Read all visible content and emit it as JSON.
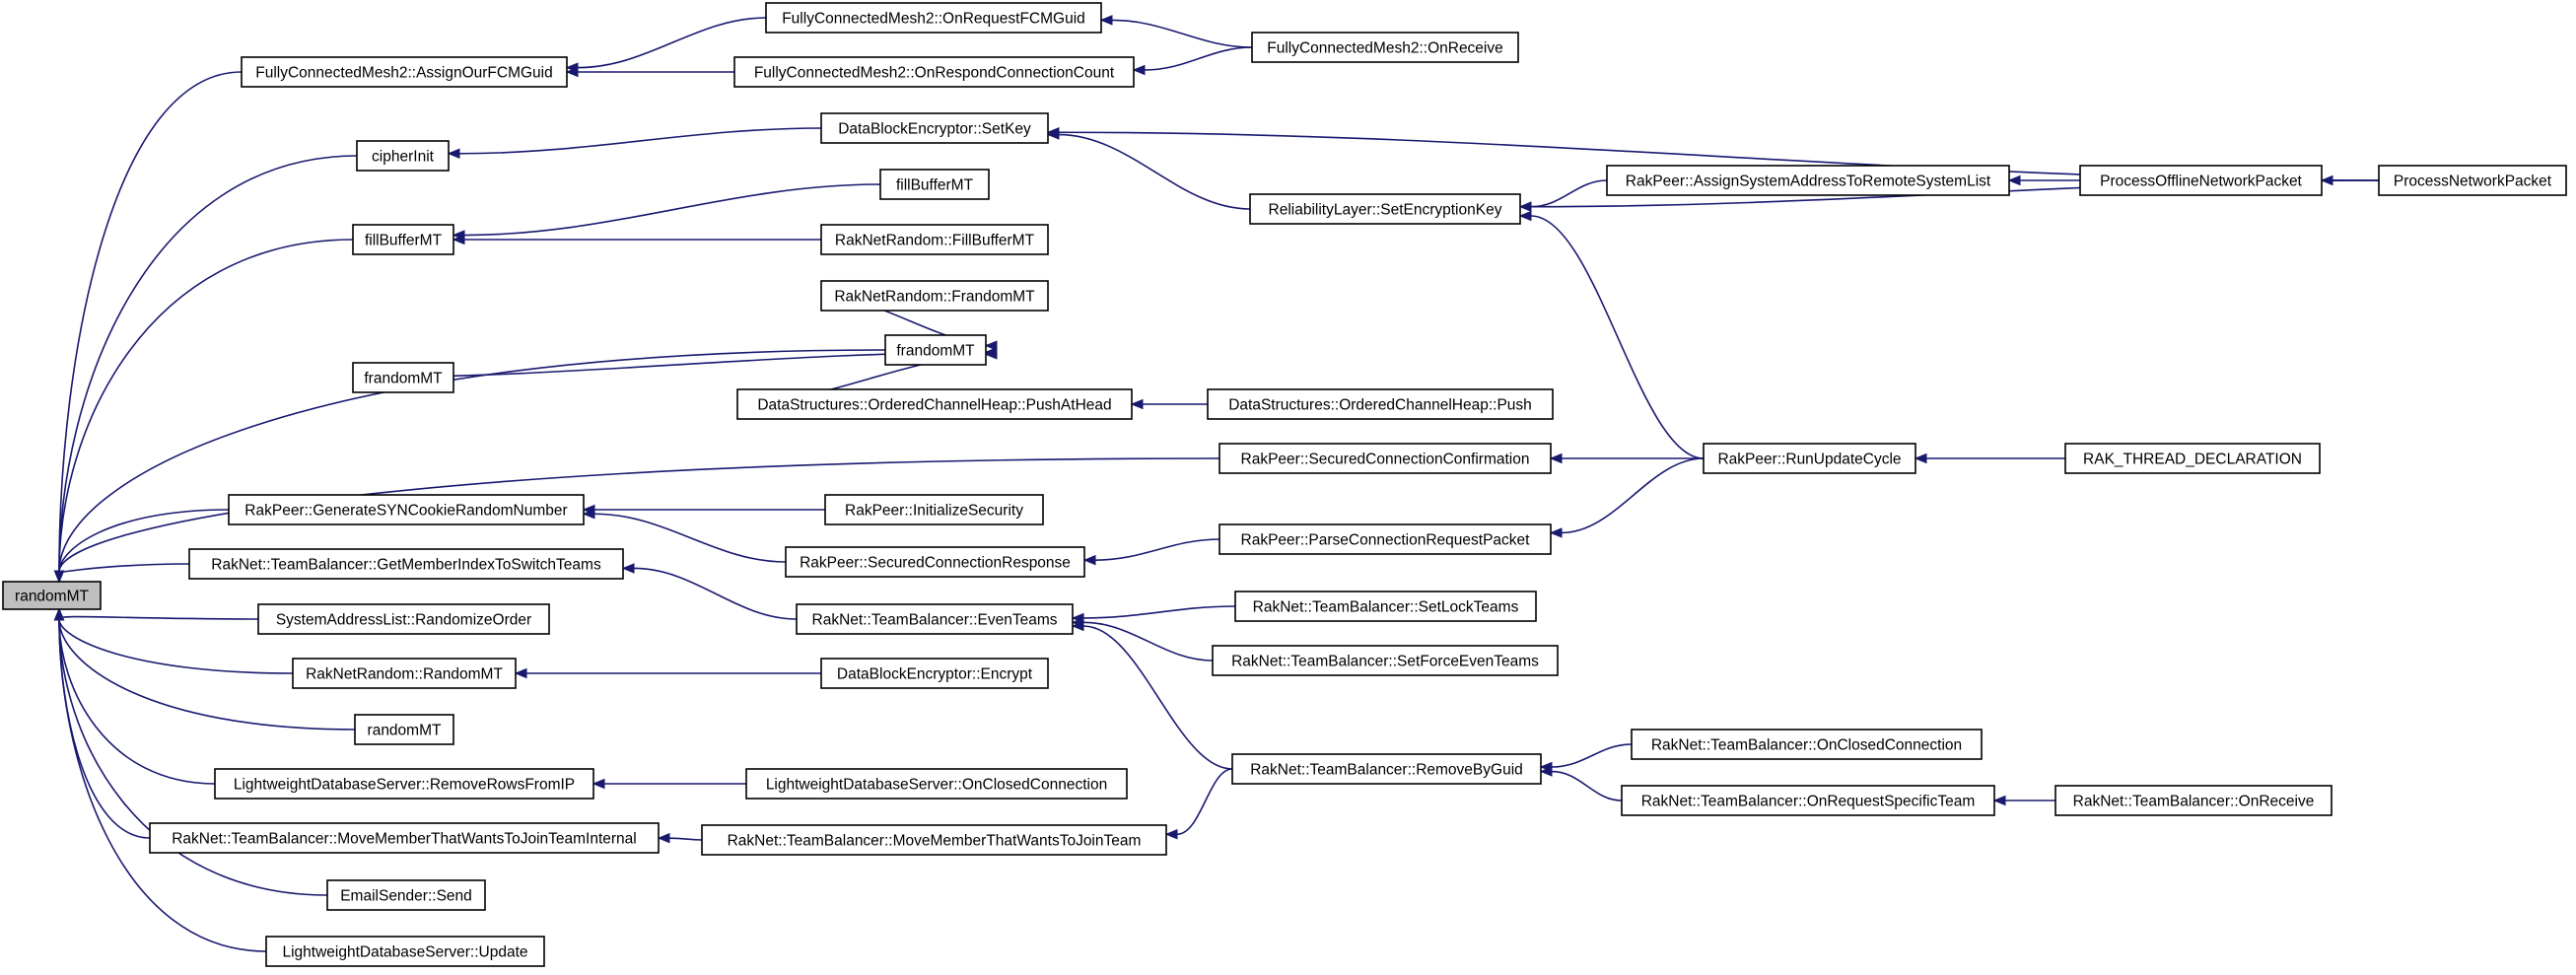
{
  "graph": {
    "nodes": [
      {
        "id": "randomMT",
        "label": "randomMT",
        "root": true
      },
      {
        "id": "assignFCM",
        "label": "FullyConnectedMesh2::AssignOurFCMGuid"
      },
      {
        "id": "onRequestFCM",
        "label": "FullyConnectedMesh2::OnRequestFCMGuid"
      },
      {
        "id": "onRespondConn",
        "label": "FullyConnectedMesh2::OnRespondConnectionCount"
      },
      {
        "id": "fcmOnReceive",
        "label": "FullyConnectedMesh2::OnReceive"
      },
      {
        "id": "cipherInit",
        "label": "cipherInit"
      },
      {
        "id": "dbeSetKey",
        "label": "DataBlockEncryptor::SetKey"
      },
      {
        "id": "fillBufferMT",
        "label": "fillBufferMT"
      },
      {
        "id": "fillBufferMT2",
        "label": "fillBufferMT"
      },
      {
        "id": "rnFillBuffer",
        "label": "RakNetRandom::FillBufferMT"
      },
      {
        "id": "rnFrandom",
        "label": "RakNetRandom::FrandomMT"
      },
      {
        "id": "frandomMT",
        "label": "frandomMT"
      },
      {
        "id": "frandomMT2",
        "label": "frandomMT"
      },
      {
        "id": "pushAtHead",
        "label": "DataStructures::OrderedChannelHeap::PushAtHead"
      },
      {
        "id": "push",
        "label": "DataStructures::OrderedChannelHeap::Push"
      },
      {
        "id": "relSetEnc",
        "label": "ReliabilityLayer::SetEncryptionKey"
      },
      {
        "id": "assignSysAddr",
        "label": "RakPeer::AssignSystemAddressToRemoteSystemList"
      },
      {
        "id": "processOffline",
        "label": "ProcessOfflineNetworkPacket"
      },
      {
        "id": "processNetwork",
        "label": "ProcessNetworkPacket"
      },
      {
        "id": "securedConf",
        "label": "RakPeer::SecuredConnectionConfirmation"
      },
      {
        "id": "runUpdate",
        "label": "RakPeer::RunUpdateCycle"
      },
      {
        "id": "rakThread",
        "label": "RAK_THREAD_DECLARATION"
      },
      {
        "id": "genSyn",
        "label": "RakPeer::GenerateSYNCookieRandomNumber"
      },
      {
        "id": "initSec",
        "label": "RakPeer::InitializeSecurity"
      },
      {
        "id": "securedResp",
        "label": "RakPeer::SecuredConnectionResponse"
      },
      {
        "id": "parseConnReq",
        "label": "RakPeer::ParseConnectionRequestPacket"
      },
      {
        "id": "getMemberIdx",
        "label": "RakNet::TeamBalancer::GetMemberIndexToSwitchTeams"
      },
      {
        "id": "evenTeams",
        "label": "RakNet::TeamBalancer::EvenTeams"
      },
      {
        "id": "setLockTeams",
        "label": "RakNet::TeamBalancer::SetLockTeams"
      },
      {
        "id": "setForceEven",
        "label": "RakNet::TeamBalancer::SetForceEvenTeams"
      },
      {
        "id": "sysAddrRand",
        "label": "SystemAddressList::RandomizeOrder"
      },
      {
        "id": "rnRandomMT",
        "label": "RakNetRandom::RandomMT"
      },
      {
        "id": "dbeEncrypt",
        "label": "DataBlockEncryptor::Encrypt"
      },
      {
        "id": "randomMT2",
        "label": "randomMT"
      },
      {
        "id": "ldsRemoveRows",
        "label": "LightweightDatabaseServer::RemoveRowsFromIP"
      },
      {
        "id": "ldsOnClosed",
        "label": "LightweightDatabaseServer::OnClosedConnection"
      },
      {
        "id": "removeByGuid",
        "label": "RakNet::TeamBalancer::RemoveByGuid"
      },
      {
        "id": "tbOnClosed",
        "label": "RakNet::TeamBalancer::OnClosedConnection"
      },
      {
        "id": "tbOnRequest",
        "label": "RakNet::TeamBalancer::OnRequestSpecificTeam"
      },
      {
        "id": "tbOnReceive",
        "label": "RakNet::TeamBalancer::OnReceive"
      },
      {
        "id": "moveInternal",
        "label": "RakNet::TeamBalancer::MoveMemberThatWantsToJoinTeamInternal"
      },
      {
        "id": "moveMember",
        "label": "RakNet::TeamBalancer::MoveMemberThatWantsToJoinTeam"
      },
      {
        "id": "emailSend",
        "label": "EmailSender::Send"
      },
      {
        "id": "ldsUpdate",
        "label": "LightweightDatabaseServer::Update"
      }
    ],
    "edges": [
      [
        "assignFCM",
        "randomMT"
      ],
      [
        "cipherInit",
        "randomMT"
      ],
      [
        "fillBufferMT",
        "randomMT"
      ],
      [
        "frandomMT",
        "randomMT"
      ],
      [
        "securedConf",
        "randomMT"
      ],
      [
        "genSyn",
        "randomMT"
      ],
      [
        "getMemberIdx",
        "randomMT"
      ],
      [
        "sysAddrRand",
        "randomMT"
      ],
      [
        "rnRandomMT",
        "randomMT"
      ],
      [
        "randomMT2",
        "randomMT"
      ],
      [
        "ldsRemoveRows",
        "randomMT"
      ],
      [
        "moveInternal",
        "randomMT"
      ],
      [
        "emailSend",
        "randomMT"
      ],
      [
        "ldsUpdate",
        "randomMT"
      ],
      [
        "onRequestFCM",
        "assignFCM"
      ],
      [
        "onRespondConn",
        "assignFCM"
      ],
      [
        "fcmOnReceive",
        "onRequestFCM"
      ],
      [
        "fcmOnReceive",
        "onRespondConn"
      ],
      [
        "dbeSetKey",
        "cipherInit"
      ],
      [
        "processNetwork",
        "dbeSetKey"
      ],
      [
        "relSetEnc",
        "dbeSetKey"
      ],
      [
        "fillBufferMT2",
        "fillBufferMT"
      ],
      [
        "rnFillBuffer",
        "fillBufferMT"
      ],
      [
        "rnFrandom",
        "frandomMT"
      ],
      [
        "frandomMT2",
        "frandomMT"
      ],
      [
        "pushAtHead",
        "frandomMT"
      ],
      [
        "push",
        "pushAtHead"
      ],
      [
        "assignSysAddr",
        "relSetEnc"
      ],
      [
        "processNetwork",
        "relSetEnc"
      ],
      [
        "runUpdate",
        "relSetEnc"
      ],
      [
        "processOffline",
        "assignSysAddr"
      ],
      [
        "processNetwork",
        "processOffline"
      ],
      [
        "runUpdate",
        "securedConf"
      ],
      [
        "rakThread",
        "runUpdate"
      ],
      [
        "initSec",
        "genSyn"
      ],
      [
        "securedResp",
        "genSyn"
      ],
      [
        "parseConnReq",
        "securedResp"
      ],
      [
        "runUpdate",
        "parseConnReq"
      ],
      [
        "evenTeams",
        "getMemberIdx"
      ],
      [
        "setLockTeams",
        "evenTeams"
      ],
      [
        "setForceEven",
        "evenTeams"
      ],
      [
        "removeByGuid",
        "evenTeams"
      ],
      [
        "dbeEncrypt",
        "rnRandomMT"
      ],
      [
        "ldsOnClosed",
        "ldsRemoveRows"
      ],
      [
        "tbOnClosed",
        "removeByGuid"
      ],
      [
        "tbOnRequest",
        "removeByGuid"
      ],
      [
        "tbOnReceive",
        "tbOnRequest"
      ],
      [
        "moveMember",
        "moveInternal"
      ],
      [
        "removeByGuid",
        "moveMember"
      ]
    ]
  }
}
